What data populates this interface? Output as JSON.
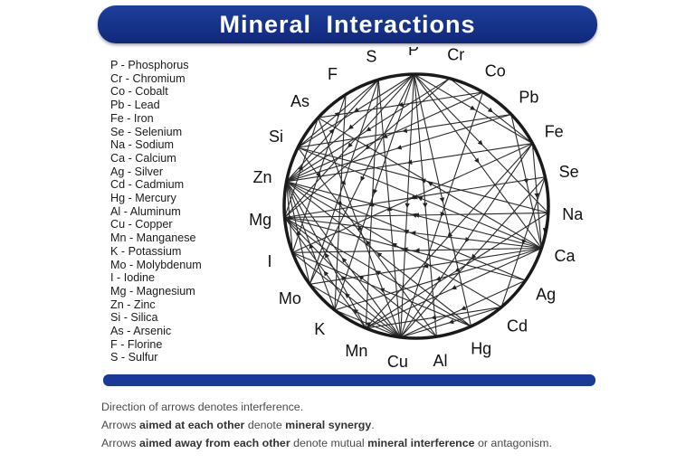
{
  "title": "Mineral Interactions",
  "legend": [
    "P - Phosphorus",
    "Cr - Chromium",
    "Co - Cobalt",
    "Pb - Lead",
    "Fe - Iron",
    "Se - Selenium",
    "Na - Sodium",
    "Ca - Calcium",
    "Ag - Silver",
    "Cd - Cadmium",
    "Hg - Mercury",
    "Al - Aluminum",
    "Cu - Copper",
    "Mn - Manganese",
    "K - Potassium",
    "Mo - Molybdenum",
    "I - Iodine",
    "Mg - Magnesium",
    "Zn - Zinc",
    "Si - Silica",
    "As - Arsenic",
    "F - Florine",
    "S - Sulfur"
  ],
  "wheel": {
    "nodes": [
      "P",
      "Cr",
      "Co",
      "Pb",
      "Fe",
      "Se",
      "Na",
      "Ca",
      "Ag",
      "Cd",
      "Hg",
      "Al",
      "Cu",
      "Mn",
      "K",
      "Mo",
      "I",
      "Mg",
      "Zn",
      "Si",
      "As",
      "F",
      "S"
    ],
    "line_color": "#2a2a2a",
    "connections": [
      [
        "P",
        "Mo"
      ],
      [
        "P",
        "Mg"
      ],
      [
        "P",
        "Zn"
      ],
      [
        "P",
        "Cu"
      ],
      [
        "P",
        "Ca"
      ],
      [
        "P",
        "Si"
      ],
      [
        "P",
        "Na"
      ],
      [
        "P",
        "Fe"
      ],
      [
        "P",
        "Al"
      ],
      [
        "P",
        "K"
      ],
      [
        "P",
        "Hg"
      ],
      [
        "Cr",
        "Zn"
      ],
      [
        "Cr",
        "Fe"
      ],
      [
        "Cr",
        "Mg"
      ],
      [
        "Co",
        "As"
      ],
      [
        "Co",
        "Zn"
      ],
      [
        "Co",
        "Cu"
      ],
      [
        "Pb",
        "Si"
      ],
      [
        "Pb",
        "Zn"
      ],
      [
        "Pb",
        "Ca"
      ],
      [
        "Fe",
        "Zn"
      ],
      [
        "Fe",
        "Cu"
      ],
      [
        "Fe",
        "Mn"
      ],
      [
        "Fe",
        "Ca"
      ],
      [
        "Fe",
        "I"
      ],
      [
        "Se",
        "Mg"
      ],
      [
        "Se",
        "Cu"
      ],
      [
        "Se",
        "Cd"
      ],
      [
        "Na",
        "Mg"
      ],
      [
        "Na",
        "Ca"
      ],
      [
        "Na",
        "Si"
      ],
      [
        "Na",
        "Mn"
      ],
      [
        "Ca",
        "Zn"
      ],
      [
        "Ca",
        "Mg"
      ],
      [
        "Ca",
        "Mo"
      ],
      [
        "Ca",
        "Mn"
      ],
      [
        "Ca",
        "Si"
      ],
      [
        "Ca",
        "K"
      ],
      [
        "Ca",
        "As"
      ],
      [
        "Ca",
        "I"
      ],
      [
        "Ag",
        "Cu"
      ],
      [
        "Ag",
        "Zn"
      ],
      [
        "Ag",
        "Mg"
      ],
      [
        "Cd",
        "Zn"
      ],
      [
        "Cd",
        "Mn"
      ],
      [
        "Cd",
        "Cu"
      ],
      [
        "Hg",
        "Zn"
      ],
      [
        "Hg",
        "I"
      ],
      [
        "Hg",
        "Mg"
      ],
      [
        "Al",
        "Mg"
      ],
      [
        "Al",
        "Si"
      ],
      [
        "Cu",
        "Zn"
      ],
      [
        "Cu",
        "Mo"
      ],
      [
        "Cu",
        "Mg"
      ],
      [
        "Cu",
        "I"
      ],
      [
        "Cu",
        "As"
      ],
      [
        "Cu",
        "K"
      ],
      [
        "Cu",
        "S"
      ],
      [
        "Mn",
        "Mg"
      ],
      [
        "Mn",
        "S"
      ],
      [
        "Mn",
        "Zn"
      ],
      [
        "K",
        "Zn"
      ],
      [
        "K",
        "F"
      ],
      [
        "Mo",
        "S"
      ],
      [
        "Mo",
        "Zn"
      ],
      [
        "I",
        "Zn"
      ],
      [
        "I",
        "F"
      ],
      [
        "Mg",
        "As"
      ],
      [
        "Zn",
        "S"
      ],
      [
        "Si",
        "S"
      ]
    ]
  },
  "captions": [
    {
      "before": "Direction of arrows denotes interference.",
      "b1": "",
      "mid": "",
      "b2": "",
      "after": ""
    },
    {
      "before": "Arrows ",
      "b1": "aimed at each other",
      "mid": " denote ",
      "b2": "mineral synergy",
      "after": "."
    },
    {
      "before": "Arrows ",
      "b1": "aimed away from each other",
      "mid": " denote mutual ",
      "b2": "mineral interference",
      "after": " or antagonism."
    }
  ]
}
